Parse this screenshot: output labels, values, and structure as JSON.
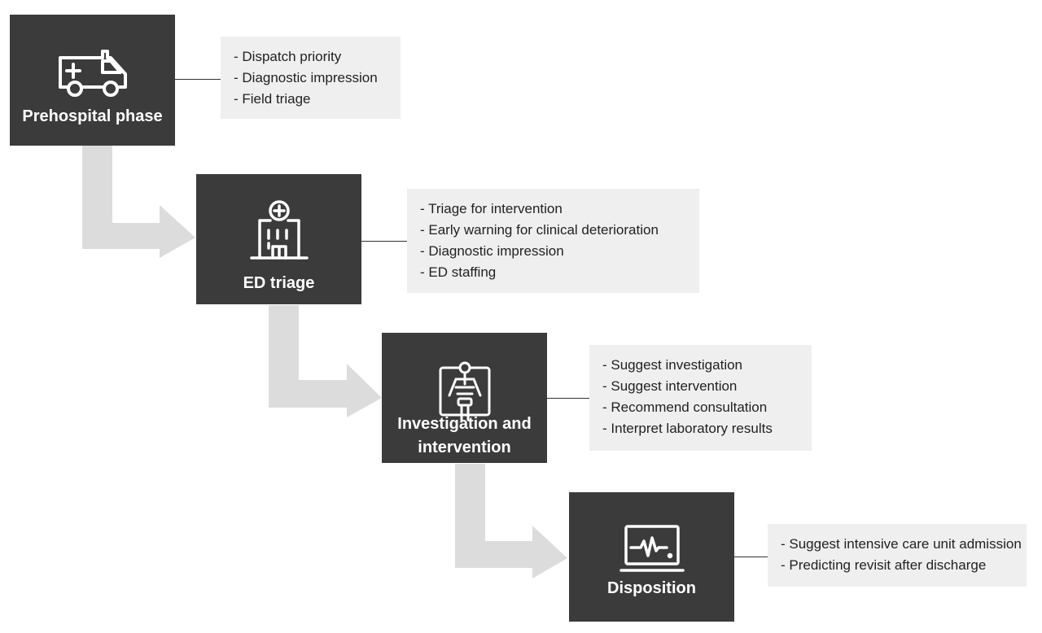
{
  "stages": [
    {
      "title": "Prehospital phase",
      "icon": "ambulance-icon",
      "items": [
        "Dispatch priority",
        "Diagnostic impression",
        "Field triage"
      ]
    },
    {
      "title": "ED triage",
      "icon": "hospital-icon",
      "items": [
        "Triage for intervention",
        "Early warning for clinical deterioration",
        "Diagnostic impression",
        "ED staffing"
      ]
    },
    {
      "title": "Investigation and intervention",
      "icon": "xray-icon",
      "items": [
        "Suggest investigation",
        "Suggest intervention",
        "Recommend consultation",
        "Interpret laboratory results"
      ]
    },
    {
      "title": "Disposition",
      "icon": "monitor-icon",
      "items": [
        "Suggest intensive care unit admission",
        "Predicting revisit after discharge"
      ]
    }
  ],
  "colors": {
    "box": "#3b3b3b",
    "arrow": "#dcdcdc",
    "panel": "#efefef"
  }
}
